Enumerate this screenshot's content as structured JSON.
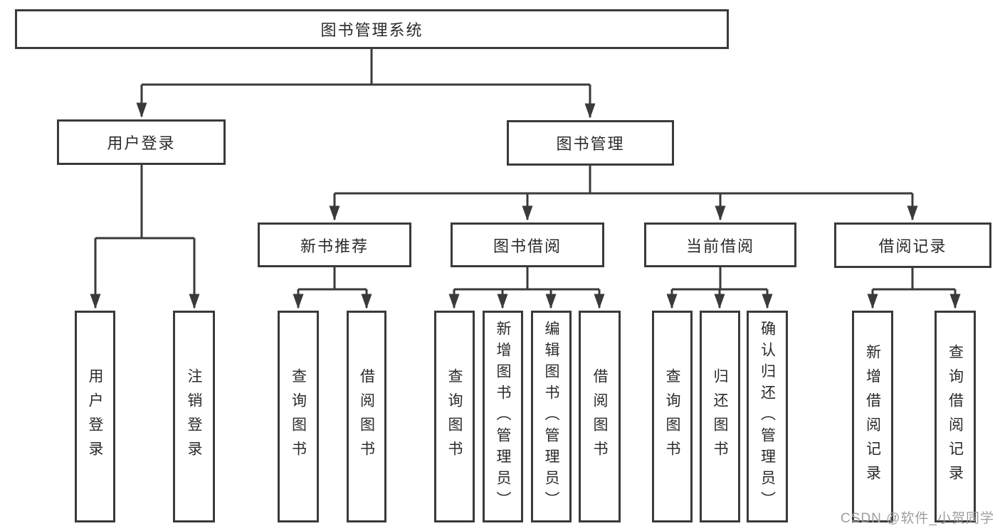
{
  "diagram": {
    "title": "图书管理系统",
    "tree": {
      "root": {
        "label": "图书管理系统"
      },
      "children": [
        {
          "label": "用户登录",
          "children": [
            {
              "label": "用户登录"
            },
            {
              "label": "注销登录"
            }
          ]
        },
        {
          "label": "图书管理",
          "children": [
            {
              "label": "新书推荐",
              "children": [
                {
                  "label": "查询图书"
                },
                {
                  "label": "借阅图书"
                }
              ]
            },
            {
              "label": "图书借阅",
              "children": [
                {
                  "label": "查询图书"
                },
                {
                  "label": "新增图书（管理员）"
                },
                {
                  "label": "编辑图书（管理员）"
                },
                {
                  "label": "借阅图书"
                }
              ]
            },
            {
              "label": "当前借阅",
              "children": [
                {
                  "label": "查询图书"
                },
                {
                  "label": "归还图书"
                },
                {
                  "label": "确认归还（管理员）"
                }
              ]
            },
            {
              "label": "借阅记录",
              "children": [
                {
                  "label": "新增借阅记录"
                },
                {
                  "label": "查询借阅记录"
                }
              ]
            }
          ]
        }
      ]
    },
    "colors": {
      "line": "#3a3a3a",
      "text": "#2b2b2b",
      "background": "#ffffff",
      "watermark_color": "#9e9e9e"
    }
  },
  "watermark": {
    "text": "CSDN @软件_小贺同学"
  }
}
